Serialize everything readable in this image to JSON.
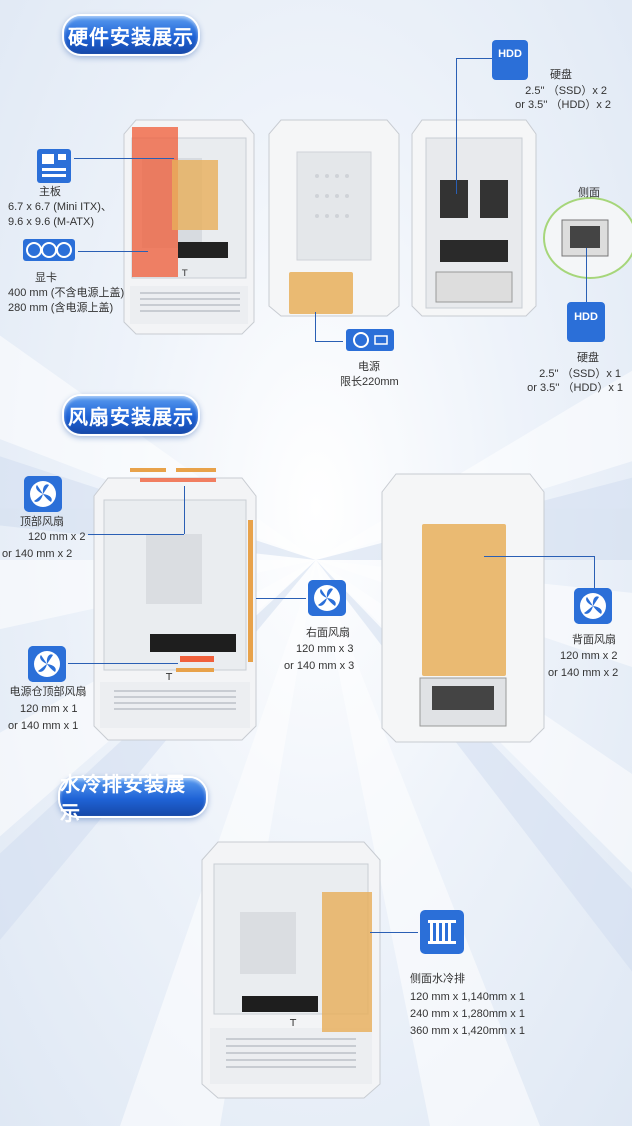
{
  "sections": {
    "hardware": "硬件安装展示",
    "fan": "风扇安装展示",
    "radiator": "水冷排安装展示"
  },
  "hardware": {
    "motherboard": {
      "title": "主板",
      "l1": "6.7 x 6.7 (Mini ITX)、",
      "l2": "9.6 x 9.6 (M-ATX)"
    },
    "gpu": {
      "title": "显卡",
      "l1": "400 mm (不含电源上盖)",
      "l2": "280 mm (含电源上盖)"
    },
    "psu": {
      "title": "电源",
      "l1": "限长220mm"
    },
    "hdd_back": {
      "icon": "HDD",
      "title": "硬盘",
      "l1": "2.5'' （SSD）x 2",
      "l2": "or 3.5'' （HDD）x 2"
    },
    "side": {
      "title": "侧面"
    },
    "hdd_side": {
      "icon": "HDD",
      "title": "硬盘",
      "l1": "2.5'' （SSD）x 1",
      "l2": "or 3.5'' （HDD）x 1"
    }
  },
  "fans": {
    "top": {
      "title": "顶部风扇",
      "l1": "120 mm x 2",
      "l2": "or 140 mm x 2"
    },
    "psu_top": {
      "title": "电源仓顶部风扇",
      "l1": "120 mm x 1",
      "l2": "or 140 mm x 1"
    },
    "right": {
      "title": "右面风扇",
      "l1": "120 mm x 3",
      "l2": "or 140 mm x 3"
    },
    "back": {
      "title": "背面风扇",
      "l1": "120 mm x 2",
      "l2": "or 140 mm x 2"
    }
  },
  "radiator": {
    "title": "侧面水冷排",
    "l1": "120 mm x 1,140mm x 1",
    "l2": "240 mm x 1,280mm x 1",
    "l3": "360 mm x 1,420mm x 1"
  },
  "colors": {
    "accent": "#1f63d6",
    "orange_highlight": "#e8a24a",
    "red_highlight": "#f0603c",
    "line": "#2a5fb4"
  },
  "icons": {
    "motherboard": "motherboard-icon",
    "gpu": "gpu-fans-icon",
    "psu": "psu-icon",
    "fan": "fan-icon",
    "hdd": "hdd-icon",
    "radiator": "radiator-icon"
  }
}
